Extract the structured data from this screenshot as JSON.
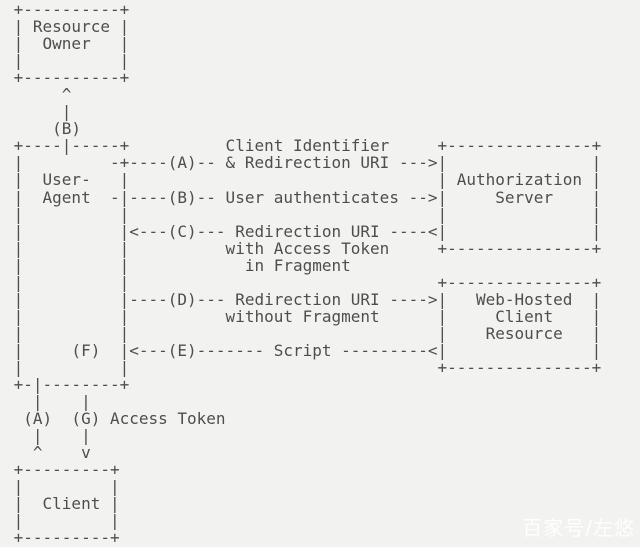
{
  "page": {
    "background_color": "#f2f2f0",
    "text_color": "#4e4e4e"
  },
  "diagram": {
    "type": "ascii-flow-diagram",
    "entities": [
      "Resource Owner",
      "User-Agent",
      "Authorization Server",
      "Web-Hosted Client Resource",
      "Client"
    ],
    "flow_steps": [
      {
        "label": "(A)",
        "text": "Client Identifier & Redirection URI"
      },
      {
        "label": "(B)",
        "text": "User authenticates"
      },
      {
        "label": "(C)",
        "text": "Redirection URI with Access Token in Fragment"
      },
      {
        "label": "(D)",
        "text": "Redirection URI without Fragment"
      },
      {
        "label": "(E)",
        "text": "Script"
      },
      {
        "label": "(F)",
        "text": ""
      },
      {
        "label": "(G)",
        "text": "Access Token"
      }
    ],
    "lines": [
      " +----------+",
      " | Resource |",
      " |  Owner   |",
      " |          |",
      " +----------+",
      "      ^",
      "      |",
      "     (B)",
      " +----|-----+          Client Identifier     +---------------+",
      " |         -+----(A)-- & Redirection URI --->|               |",
      " |  User-   |                                | Authorization |",
      " |  Agent  -|----(B)-- User authenticates -->|     Server    |",
      " |          |                                |               |",
      " |          |<---(C)--- Redirection URI ----<|               |",
      " |          |          with Access Token     +---------------+",
      " |          |            in Fragment",
      " |          |                                +---------------+",
      " |          |----(D)--- Redirection URI ---->|   Web-Hosted  |",
      " |          |          without Fragment      |     Client    |",
      " |          |                                |    Resource   |",
      " |     (F)  |<---(E)------- Script ---------<|               |",
      " |          |                                +---------------+",
      " +-|--------+",
      "   |    |",
      "  (A)  (G) Access Token",
      "   |    |",
      "   ^    v",
      " +---------+",
      " |         |",
      " |  Client |",
      " |         |",
      " +---------+"
    ]
  },
  "watermark": {
    "text": "百家号/左悠",
    "color": "#ffffff"
  }
}
